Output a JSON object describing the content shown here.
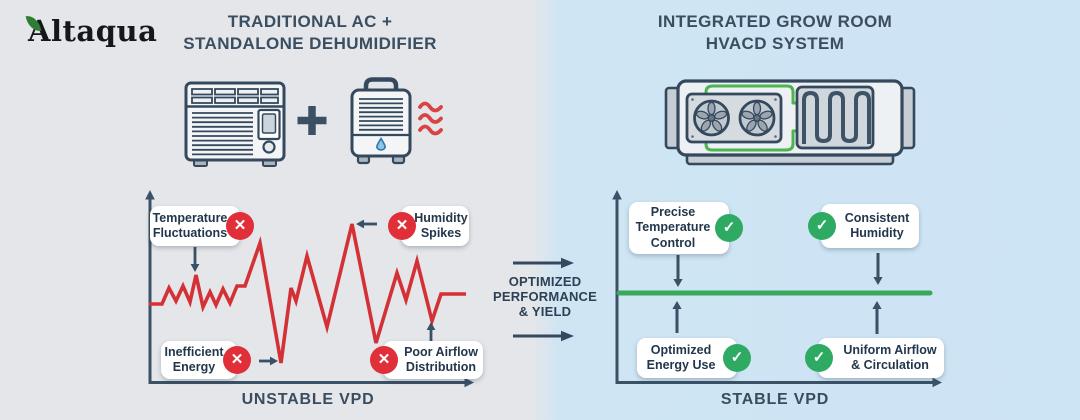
{
  "logo": {
    "text": "Altaqua"
  },
  "glyphs": {
    "x": "✕",
    "check": "✓"
  },
  "colors": {
    "left_bg": "#e4e6e9",
    "right_bg": "#cde4f4",
    "navy": "#35495e",
    "title_text": "#3b4e61",
    "red": "#d43136",
    "red_badge": "#e02f38",
    "green_badge": "#2faa63",
    "green_line": "#3aa85c",
    "pipe_green": "#4eb44f",
    "drop_blue": "#8ec4e8"
  },
  "left": {
    "title_line1": "TRADITIONAL AC +",
    "title_line2": "STANDALONE DEHUMIDIFIER",
    "icons": [
      "window-ac-unit",
      "plus",
      "dehumidifier",
      "heat-waves"
    ],
    "callouts": [
      {
        "id": "temperature-fluctuations",
        "lines": [
          "Temperature",
          "Fluctuations"
        ],
        "status": "bad"
      },
      {
        "id": "humidity-spikes",
        "lines": [
          "Humidity",
          "Spikes"
        ],
        "status": "bad"
      },
      {
        "id": "inefficient-energy",
        "lines": [
          "Inefficient",
          "Energy"
        ],
        "status": "bad"
      },
      {
        "id": "poor-airflow-distribution",
        "lines": [
          "Poor Airflow",
          "Distribution"
        ],
        "status": "bad"
      }
    ],
    "axis_label": "UNSTABLE VPD",
    "line_style": "volatile-red-zigzag"
  },
  "middle": {
    "lines": [
      "OPTIMIZED",
      "PERFORMANCE",
      "& YIELD"
    ]
  },
  "right": {
    "title_line1": "INTEGRATED GROW ROOM",
    "title_line2": "HVACD SYSTEM",
    "icons": [
      "integrated-hvacd-unit"
    ],
    "callouts": [
      {
        "id": "precise-temperature-control",
        "lines": [
          "Precise",
          "Temperature",
          "Control"
        ],
        "status": "good"
      },
      {
        "id": "consistent-humidity",
        "lines": [
          "Consistent",
          "Humidity"
        ],
        "status": "good"
      },
      {
        "id": "optimized-energy-use",
        "lines": [
          "Optimized",
          "Energy Use"
        ],
        "status": "good"
      },
      {
        "id": "uniform-airflow-circulation",
        "lines": [
          "Uniform Airflow",
          "& Circulation"
        ],
        "status": "good"
      }
    ],
    "axis_label": "STABLE VPD",
    "line_style": "stable-green-flat"
  }
}
